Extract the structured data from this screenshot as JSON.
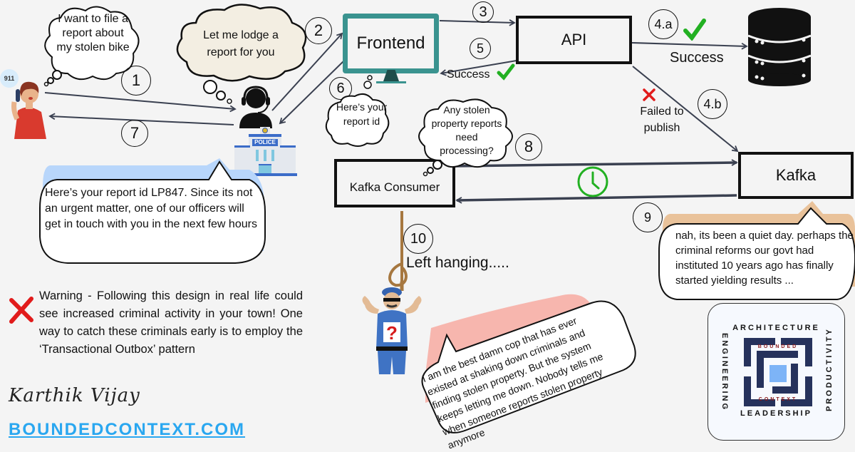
{
  "steps": {
    "s1": "1",
    "s2": "2",
    "s3": "3",
    "s4a": "4.a",
    "s4b": "4.b",
    "s5": "5",
    "s6": "6",
    "s7": "7",
    "s8": "8",
    "s9": "9",
    "s10": "10"
  },
  "components": {
    "frontend": "Frontend",
    "api": "API",
    "kafka": "Kafka",
    "kafka_consumer": "Kafka Consumer",
    "database": "database"
  },
  "phone_badge": "911",
  "clouds": {
    "caller": "I want to file a report about my stolen bike",
    "operator": "Let me lodge a report for you",
    "frontend_reply": "Here’s your report id",
    "consumer_query": "Any stolen property reports need processing?"
  },
  "labels": {
    "api_success": "Success",
    "db_success": "Success",
    "failed_publish": "Failed to publish",
    "left_hanging": "Left hanging....."
  },
  "bubbles": {
    "operator_reply": "Here’s your report id LP847. Since its not an urgent matter, one of our officers will get in touch with you in the next few hours",
    "kafka_reply": "nah, its been a quiet day. perhaps the criminal reforms our govt had instituted 10 years ago has finally started yielding results ...",
    "cop_reply": "I am the best damn cop that has ever existed at shaking down criminals and finding stolen property. But the system keeps letting me down. Nobody tells me when someone reports stolen property anymore"
  },
  "warning": "Warning - Following this design in real life could see increased criminal activity in your town! One way to catch these criminals early is to employ the ‘Transactional Outbox’ pattern",
  "author": {
    "signature": "Karthik Vijay",
    "website": "BOUNDEDCONTEXT.COM"
  },
  "logo": {
    "top": "ARCHITECTURE",
    "bottom": "LEADERSHIP",
    "left": "ENGINEERING",
    "right": "PRODUCTIVITY",
    "inner_top": "BOUNDED",
    "inner_bottom": "CONTEXT"
  },
  "police_sign": "POLICE",
  "colors": {
    "background": "#f4f4f4",
    "frontend_teal": "#3a938f",
    "success_green": "#22b022",
    "fail_red": "#e11b1b",
    "arrow": "#3a4050",
    "link_blue": "#2aa7f0",
    "bubble_blue": "#b8d6fb",
    "bubble_tan": "#e9c29a",
    "bubble_pink": "#f7b6ae"
  }
}
